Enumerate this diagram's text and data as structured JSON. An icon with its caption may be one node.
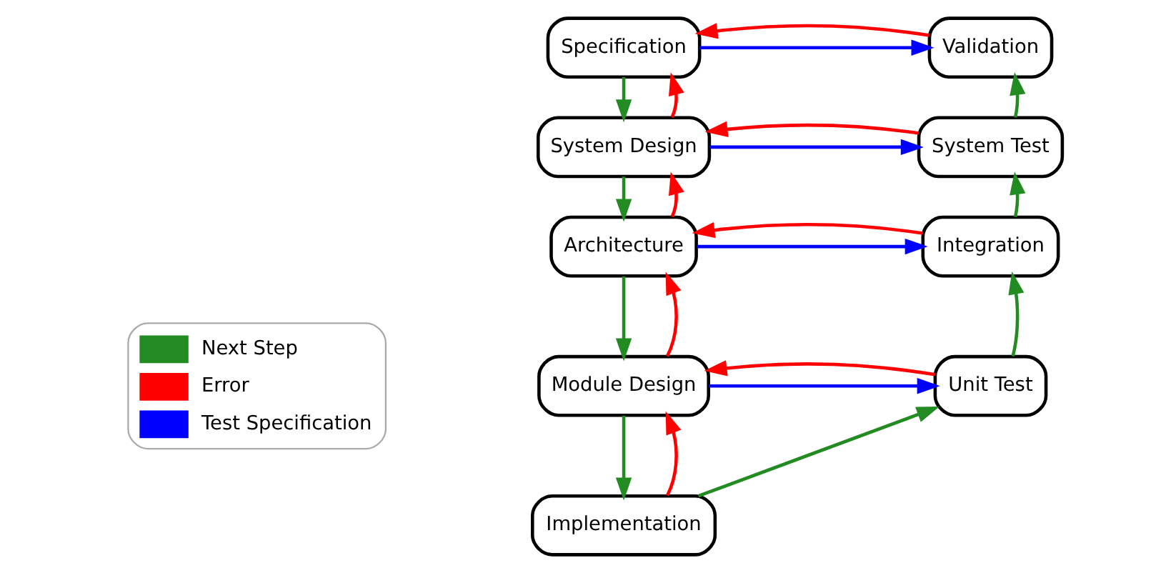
{
  "diagram": {
    "nodes": [
      {
        "text": [
          "Specification"
        ]
      },
      {
        "text": [
          "System Design"
        ]
      },
      {
        "text": [
          "Architecture"
        ]
      },
      {
        "text": [
          "Module Design"
        ]
      },
      {
        "text": [
          "Implementation"
        ]
      },
      {
        "text": [
          "Unit Test"
        ]
      },
      {
        "text": [
          "Integration"
        ]
      },
      {
        "text": [
          "System Test"
        ]
      },
      {
        "text": [
          "Validation"
        ]
      }
    ],
    "edges": [
      {
        "from": 0,
        "to": 1,
        "arrow": "to",
        "color": "#228b22"
      },
      {
        "from": 1,
        "to": 0,
        "arrow": "to",
        "color": "#ff0000"
      },
      {
        "from": 1,
        "to": 2,
        "arrow": "to",
        "color": "#228b22"
      },
      {
        "from": 2,
        "to": 1,
        "arrow": "to",
        "color": "#ff0000"
      },
      {
        "from": 2,
        "to": 3,
        "arrow": "to",
        "color": "#228b22"
      },
      {
        "from": 3,
        "to": 2,
        "arrow": "to",
        "color": "#ff0000"
      },
      {
        "from": 3,
        "to": 4,
        "arrow": "to",
        "color": "#228b22"
      },
      {
        "from": 4,
        "to": 3,
        "arrow": "to",
        "color": "#ff0000"
      },
      {
        "from": 4,
        "to": 5,
        "arrow": "to",
        "color": "#228b22"
      },
      {
        "from": 5,
        "to": 6,
        "arrow": "to",
        "color": "#228b22"
      },
      {
        "from": 6,
        "to": 7,
        "arrow": "to",
        "color": "#228b22"
      },
      {
        "from": 7,
        "to": 8,
        "arrow": "to",
        "color": "#228b22"
      },
      {
        "from": 0,
        "to": 8,
        "arrow": "to",
        "color": "#0000ff"
      },
      {
        "from": 8,
        "to": 0,
        "arrow": "to",
        "color": "#ff0000"
      },
      {
        "from": 1,
        "to": 7,
        "arrow": "to",
        "color": "#0000ff"
      },
      {
        "from": 7,
        "to": 1,
        "arrow": "to",
        "color": "#ff0000"
      },
      {
        "from": 2,
        "to": 6,
        "arrow": "to",
        "color": "#0000ff"
      },
      {
        "from": 6,
        "to": 2,
        "arrow": "to",
        "color": "#ff0000"
      },
      {
        "from": 3,
        "to": 5,
        "arrow": "to",
        "color": "#0000ff"
      },
      {
        "from": 5,
        "to": 3,
        "arrow": "to",
        "color": "#ff0000"
      }
    ],
    "legend": [
      {
        "text": "Next Step",
        "color": "#228b22"
      },
      {
        "text": "Error",
        "color": "#ff0000"
      },
      {
        "text": "Test Specification",
        "color": "#0000ff"
      }
    ]
  }
}
